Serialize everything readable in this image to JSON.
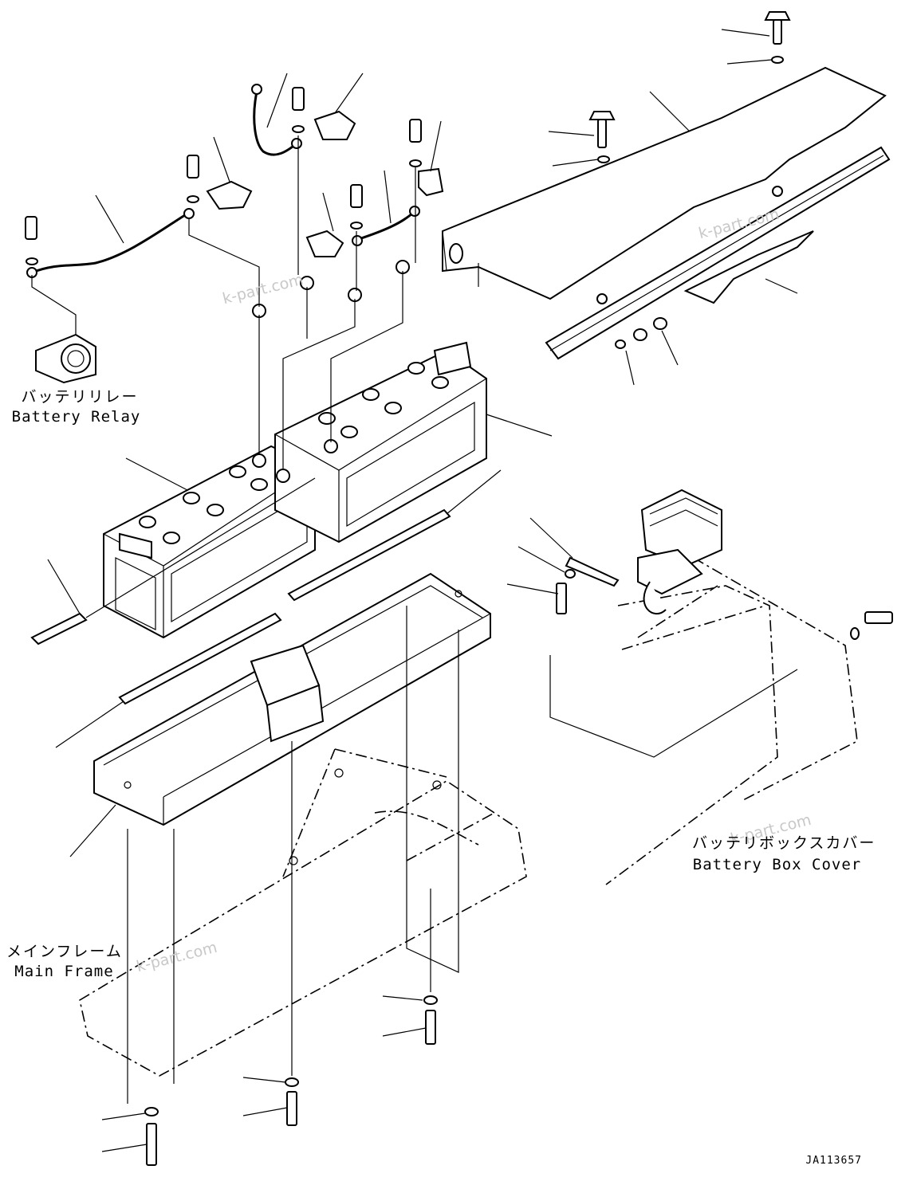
{
  "labels": {
    "battery_relay_jp": "バッテリリレー",
    "battery_relay_en": "Battery Relay",
    "battery_box_cover_jp": "バッテリボックスカバー",
    "battery_box_cover_en": "Battery Box Cover",
    "main_frame_jp": "メインフレーム",
    "main_frame_en": "Main Frame"
  },
  "watermark": "k-part.com",
  "drawing_number": "JA113657"
}
